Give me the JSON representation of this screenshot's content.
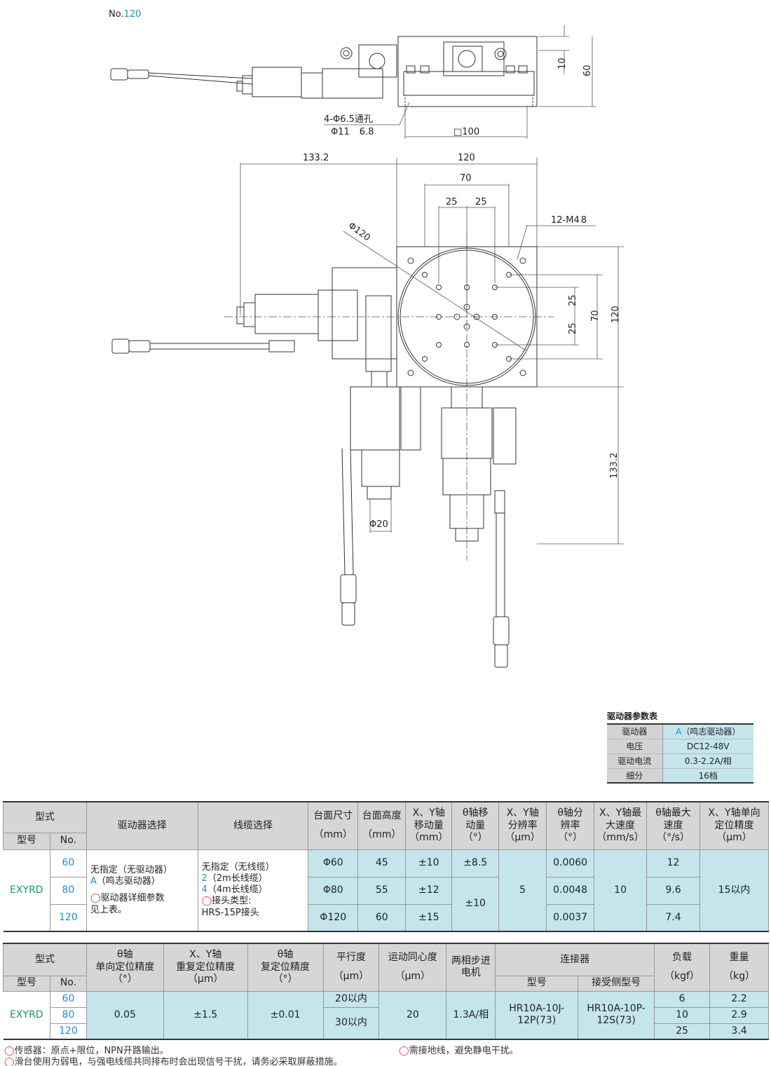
{
  "header": {
    "no_prefix": "No.",
    "no_value": "120"
  },
  "top_view": {
    "hole_spec_1": "4-Φ6.5通孔",
    "hole_spec_2": "Φ11",
    "hole_spec_2_depth": "6.8",
    "dim_10": "10",
    "dim_60": "60",
    "dim_square": "□100"
  },
  "main_view": {
    "dim_133_top": "133.2",
    "dim_120_top": "120",
    "dim_70_top": "70",
    "dim_25_a": "25",
    "dim_25_b": "25",
    "thread_spec": "12-M4",
    "thread_depth": "8",
    "dia_120": "Φ120",
    "dim_25_c": "25",
    "dim_25_d": "25",
    "dim_70_right": "70",
    "dim_120_right": "120",
    "dim_133_right": "133.2",
    "dia_20": "Φ20"
  },
  "driver_table": {
    "title": "驱动器参数表",
    "rows": [
      {
        "key": "驱动器",
        "value_prefix": "A",
        "value": "（鸣志驱动器）"
      },
      {
        "key": "电压",
        "value": "DC12-48V"
      },
      {
        "key": "驱动电流",
        "value": "0.3-2.2A/相"
      },
      {
        "key": "细分",
        "value": "16档"
      }
    ]
  },
  "spec1": {
    "headers": {
      "type": "型式",
      "model": "型号",
      "no": "No.",
      "driver": "驱动器选择",
      "cable": "线缆选择",
      "table_size": "台面尺寸",
      "table_size_unit": "（mm）",
      "table_height": "台面高度",
      "table_height_unit": "（mm）",
      "xy_travel_1": "X、Y轴",
      "xy_travel_2": "移动量",
      "xy_travel_unit": "（mm）",
      "theta_travel_1": "θ轴移",
      "theta_travel_2": "动量",
      "theta_travel_unit": "（°）",
      "xy_res_1": "X、Y轴",
      "xy_res_2": "分辨率",
      "xy_res_unit": "（μm）",
      "theta_res_1": "θ轴分",
      "theta_res_2": "辨率",
      "theta_res_unit": "（°）",
      "xy_speed_1": "X、Y轴最",
      "xy_speed_2": "大速度",
      "xy_speed_unit": "（mm/s）",
      "theta_speed_1": "θ轴最大",
      "theta_speed_2": "速度",
      "theta_speed_unit": "（°/s）",
      "xy_acc_1": "X、Y轴单向",
      "xy_acc_2": "定位精度",
      "xy_acc_unit": "（μm）"
    },
    "model": "EXYRD",
    "driver_text": [
      "无指定（无驱动器）",
      "（鸣志驱动器）",
      "驱动器详细参数",
      "见上表。"
    ],
    "driver_a": "A",
    "cable_text": [
      "无指定（无线缆）",
      "（2m长线缆）",
      "（4m长线缆）",
      "接头类型:",
      "HRS-15P接头"
    ],
    "cable_2": "2",
    "cable_4": "4",
    "rows": [
      {
        "no": "60",
        "size": "Φ60",
        "height": "45",
        "xy_travel": "±10",
        "theta_travel": "±8.5",
        "theta_res": "0.0060",
        "theta_speed": "12"
      },
      {
        "no": "80",
        "size": "Φ80",
        "height": "55",
        "xy_travel": "±12",
        "theta_res": "0.0048",
        "theta_speed": "9.6"
      },
      {
        "no": "120",
        "size": "Φ120",
        "height": "60",
        "xy_travel": "±15",
        "theta_res": "0.0037",
        "theta_speed": "7.4"
      }
    ],
    "theta_travel_shared": "±10",
    "xy_res": "5",
    "xy_speed": "10",
    "xy_acc": "15以内"
  },
  "spec2": {
    "headers": {
      "type": "型式",
      "model": "型号",
      "no": "No.",
      "theta_uni_1": "θ轴",
      "theta_uni_2": "单向定位精度",
      "theta_uni_unit": "（°）",
      "xy_rep_1": "X、Y轴",
      "xy_rep_2": "重复定位精度",
      "xy_rep_unit": "（μm）",
      "theta_rep_1": "θ轴",
      "theta_rep_2": "复定位精度",
      "theta_rep_unit": "（°）",
      "parallel": "平行度",
      "parallel_unit": "（μm）",
      "concentric": "运动同心度",
      "concentric_unit": "（μm）",
      "motor_1": "两相步进",
      "motor_2": "电机",
      "connector": "连接器",
      "conn_model": "型号",
      "conn_mate": "接受侧型号",
      "load": "负载",
      "load_unit": "（kgf）",
      "weight": "重量",
      "weight_unit": "（kg）"
    },
    "model": "EXYRD",
    "rows": [
      {
        "no": "60",
        "load": "6",
        "weight": "2.2"
      },
      {
        "no": "80",
        "load": "10",
        "weight": "2.9"
      },
      {
        "no": "120",
        "load": "25",
        "weight": "3.4"
      }
    ],
    "theta_uni": "0.05",
    "xy_rep": "±1.5",
    "theta_rep": "±0.01",
    "parallel_1": "20以内",
    "parallel_2": "30以内",
    "concentric": "20",
    "motor": "1.3A/相",
    "conn_model_1": "HR10A-10J-",
    "conn_model_2": "12P(73)",
    "conn_mate_1": "HR10A-10P-",
    "conn_mate_2": "12S(73)"
  },
  "notes": {
    "note1": "传感器：原点+限位，NPN开路输出。",
    "note2": "滑台使用为弱电，与强电线缆共同排布时会出现信号干扰，请务必采取屏蔽措施。",
    "note3": "需接地线，避免静电干扰。"
  },
  "colors": {
    "accent_blue": "#1f8ec9",
    "model_green": "#139a6c",
    "cell_cyan": "#c4e5eb",
    "header_gray": "#d6d6d6",
    "note_red": "#e2334b"
  }
}
